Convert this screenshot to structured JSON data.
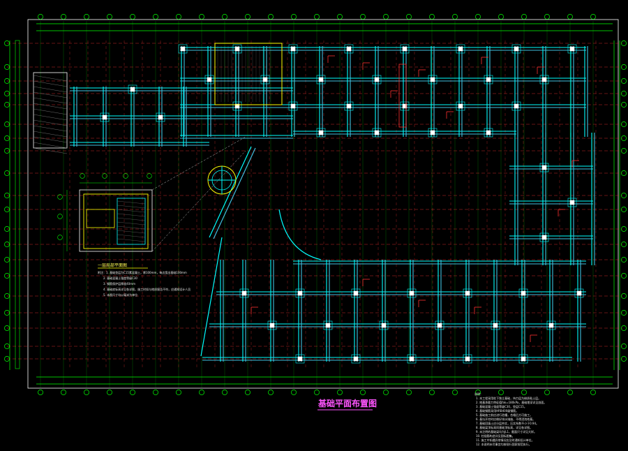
{
  "drawing": {
    "title": "基础平面布置图",
    "inset_title": "一层局部平面图",
    "inset_notes": [
      "附注：1. 基础垫层为C15素混凝土，厚100mm，每边宽出基础100mm",
      "2. 基础混凝土强度等级C30",
      "3. 钢筋保护层厚度40mm",
      "4. 基础底标高详见各详图，施工时如与地质报告不符，应通知设计人员",
      "5. 本图尺寸均以毫米为单位"
    ],
    "general_notes": [
      "说明：",
      "1. 本工程采用柱下独立基础，持力层为粉质粘土层。",
      "2. 地基承载力特征值fak=180kPa，基础埋深详见剖面。",
      "3. 基础混凝土强度等级C30，垫层C15。",
      "4. 基础钢筋采用HRB400级钢筋。",
      "5. 基础施工前应进行验槽，合格后方可施工。",
      "6. 基坑开挖时应做好排水措施，不得浸泡地基。",
      "7. 基础回填土应分层夯实，压实系数不小于0.94。",
      "8. 基础梁顶标高同基础顶标高，详见各详图。",
      "9. 未注明的基础梁均为JL1，截面尺寸详见大样。",
      "10. 柱插筋构造详见国标图集。",
      "11. 施工中如遇异常情况应及时通知设计单位。",
      "12. 本说明未尽事宜均按现行国家规范执行。"
    ]
  },
  "colors": {
    "background": "#000000",
    "grid_axis": "#00ff00",
    "dashed_axis": "#ff3333",
    "beam": "#00ffff",
    "beam_outline": "#40c0e0",
    "detail": "#ffff00",
    "accent": "#ff55ff",
    "annotation": "#ff3030",
    "border": "#ffffff"
  }
}
